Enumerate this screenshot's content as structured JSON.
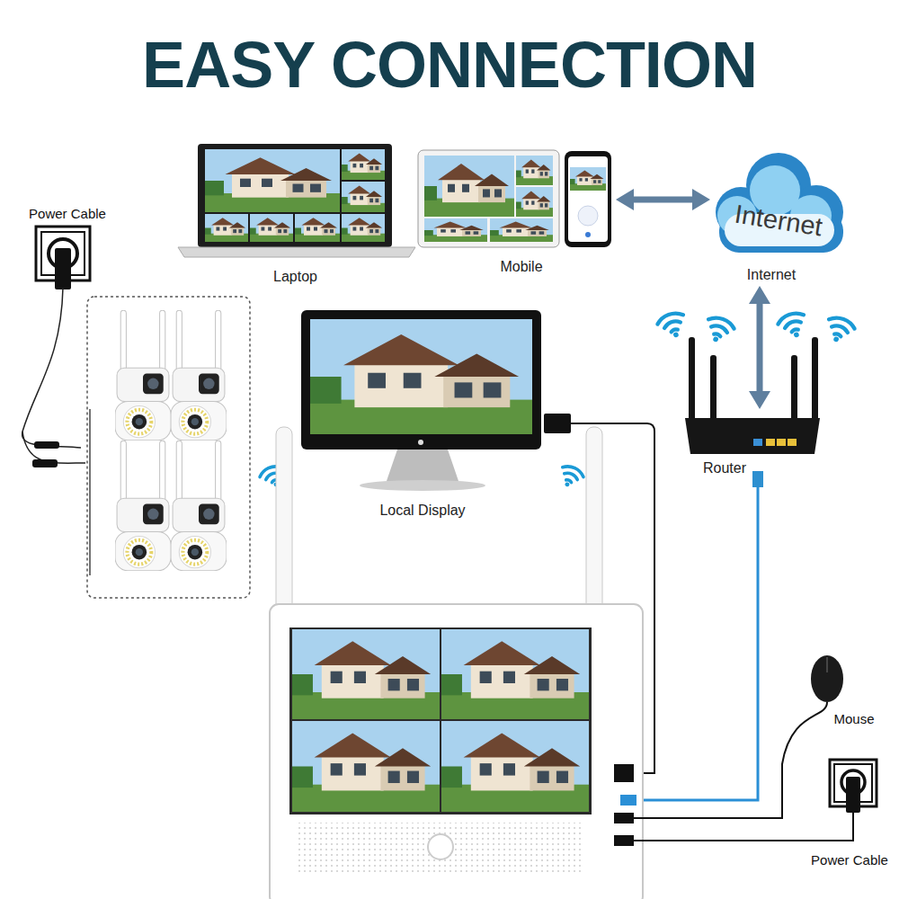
{
  "diagram": {
    "title": "EASY CONNECTION",
    "nodes": [
      {
        "text": [
          "Laptop"
        ]
      },
      {
        "text": [
          "Mobile"
        ]
      },
      {
        "text": [
          "Internet",
          "Internet"
        ]
      },
      {
        "text": [
          "Router"
        ]
      },
      {
        "text": [
          "Local Display"
        ]
      },
      {
        "text": [
          "Power Cable"
        ]
      },
      {
        "text": [
          "Mouse"
        ]
      },
      {
        "text": [
          "Power Cable"
        ]
      }
    ],
    "edges": [
      {
        "from": 1,
        "to": 2,
        "arrow": "both"
      },
      {
        "from": 2,
        "to": 3,
        "arrow": "both"
      }
    ]
  }
}
